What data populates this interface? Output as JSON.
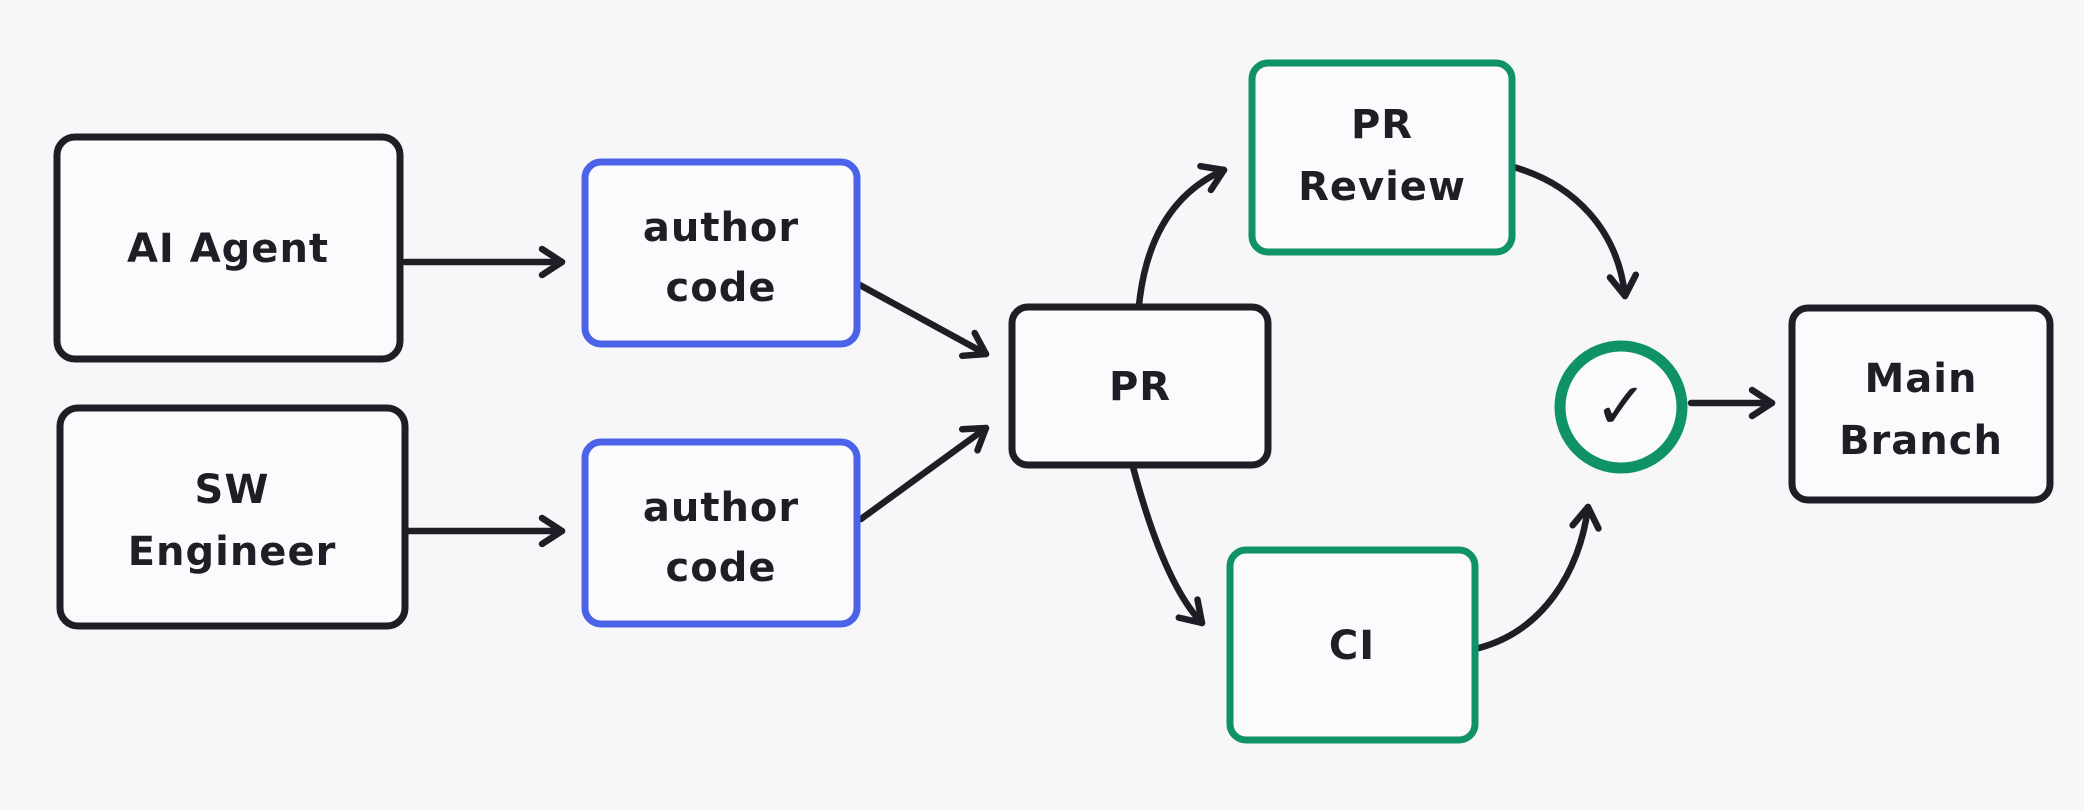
{
  "canvas": {
    "background_color": "#f7f7fa"
  },
  "colors": {
    "stroke_default": "#1e1e26",
    "accent_blue": "#4a63e8",
    "accent_green": "#0f9268"
  },
  "icons": {
    "check": "✓"
  },
  "nodes": {
    "ai_agent": {
      "label": "AI Agent",
      "border": "black"
    },
    "sw_engineer": {
      "line1": "SW",
      "line2": "Engineer",
      "border": "black"
    },
    "author_code_top": {
      "line1": "author",
      "line2": "code",
      "border": "blue"
    },
    "author_code_bottom": {
      "line1": "author",
      "line2": "code",
      "border": "blue"
    },
    "pr": {
      "label": "PR",
      "border": "black"
    },
    "pr_review": {
      "line1": "PR",
      "line2": "Review",
      "border": "green"
    },
    "ci": {
      "label": "CI",
      "border": "green"
    },
    "approval_check": {
      "icon": "check",
      "border": "green"
    },
    "main_branch": {
      "line1": "Main",
      "line2": "Branch",
      "border": "black"
    }
  },
  "edges": [
    {
      "from": "AI Agent",
      "to": "author code (top)"
    },
    {
      "from": "SW Engineer",
      "to": "author code (bottom)"
    },
    {
      "from": "author code (top)",
      "to": "PR"
    },
    {
      "from": "author code (bottom)",
      "to": "PR"
    },
    {
      "from": "PR",
      "to": "PR Review"
    },
    {
      "from": "PR",
      "to": "CI"
    },
    {
      "from": "PR Review",
      "to": "approval check"
    },
    {
      "from": "CI",
      "to": "approval check"
    },
    {
      "from": "approval check",
      "to": "Main Branch"
    }
  ]
}
